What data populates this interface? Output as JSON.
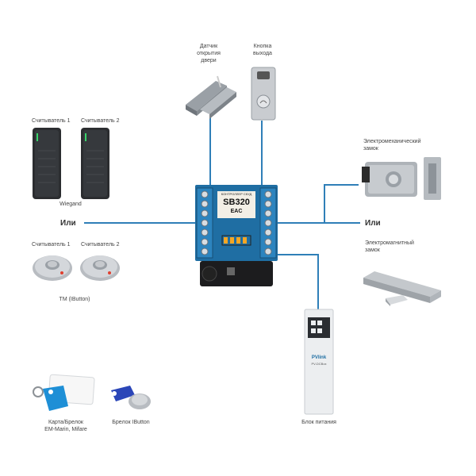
{
  "labels": {
    "door_sensor": [
      "Датчик",
      "открытия",
      "двери"
    ],
    "exit_button": [
      "Кнопка",
      "выхода"
    ],
    "reader1_top": "Считыватель 1",
    "reader2_top": "Считыватель 2",
    "wiegand": "Wiegand",
    "ili_left": "Или",
    "ili_right": "Или",
    "reader1_bottom": "Считыватель 1",
    "reader2_bottom": "Считыватель 2",
    "tm": "TM (IButton)",
    "em_lock": [
      "Электромеханический",
      "замок"
    ],
    "mag_lock": [
      "Электромагнитный",
      "замок"
    ],
    "card": [
      "Карта/Брелок",
      "EM-Marin, Mifare"
    ],
    "ibutton_fob": "Брелок IButton",
    "psu": "Блок питания"
  },
  "controller": {
    "model": "SB320",
    "subtitle": "КОНТРОЛЛЕР СКУД",
    "eac": "EAC"
  },
  "psu_device": {
    "brand": "PVlink",
    "model": "PV-DCBox"
  },
  "colors": {
    "wire": "#2f7fb8",
    "board": "#1f6ea3"
  }
}
